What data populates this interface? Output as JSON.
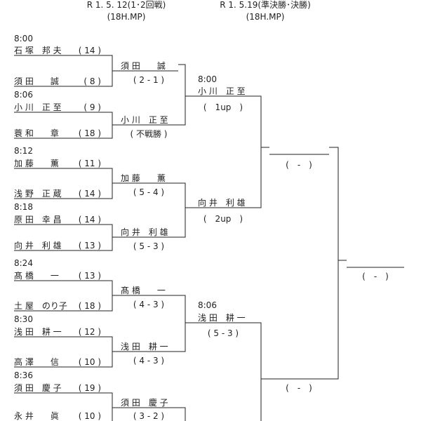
{
  "header": {
    "round12_date": "R 1. 5. 12(1･2回戦)",
    "round12_venue": "(18H.MP)",
    "round_final_date": "R 1. 5.19(準決勝･決勝)",
    "round_final_venue": "(18H.MP)"
  },
  "first_round": [
    {
      "time": "8:00",
      "p1": "石 塚　邦 夫",
      "s1": "( 14 )",
      "p2": "須 田　　誠",
      "s2": "( 8 )"
    },
    {
      "time": "8:06",
      "p1": "小 川　正 至",
      "s1": "( 9 )",
      "p2": "蓑 和　　章",
      "s2": "( 18 )"
    },
    {
      "time": "8:12",
      "p1": "加 藤　　薫",
      "s1": "( 11 )",
      "p2": "浅 野　正 蔵",
      "s2": "( 14 )"
    },
    {
      "time": "8:18",
      "p1": "原 田　幸 昌",
      "s1": "( 14 )",
      "p2": "向 井　利 雄",
      "s2": "( 13 )"
    },
    {
      "time": "8:24",
      "p1": "髙 橋　　一",
      "s1": "( 13 )",
      "p2": "土 屋　のり子",
      "s2": "( 18 )"
    },
    {
      "time": "8:30",
      "p1": "浅 田　耕 一",
      "s1": "( 12 )",
      "p2": "高 澤　　信",
      "s2": "( 10 )"
    },
    {
      "time": "8:36",
      "p1": "須 田　慶 子",
      "s1": "( 19 )",
      "p2": "永 井　　眞",
      "s2": "( 10 )"
    }
  ],
  "second_round": [
    {
      "winner": "須 田　　誠",
      "result": "( 2 - 1 )"
    },
    {
      "winner": "小 川　正 至",
      "result": "( 不戦勝 )"
    },
    {
      "winner": "加 藤　　薫",
      "result": "( 5 - 4 )"
    },
    {
      "winner": "向 井　利 雄",
      "result": "( 5 - 3 )"
    },
    {
      "winner": "髙 橋　　一",
      "result": "( 4 - 3 )"
    },
    {
      "winner": "浅 田　耕 一",
      "result": "( 4 - 3 )"
    },
    {
      "winner": "須 田　慶 子",
      "result": "( 3 - 2 )"
    }
  ],
  "quarter": [
    {
      "time": "8:00",
      "winner": "小 川　正 至",
      "result": "(　1up　)"
    },
    {
      "time": "",
      "winner": "向 井　利 雄",
      "result": "(　2up　)"
    },
    {
      "time": "8:06",
      "winner": "浅 田　耕 一",
      "result": "( 5 - 3 )"
    }
  ],
  "semi": [
    {
      "result": "(　-　)"
    },
    {
      "result": "(　-　)"
    }
  ],
  "final": {
    "result": "(　-　)"
  }
}
